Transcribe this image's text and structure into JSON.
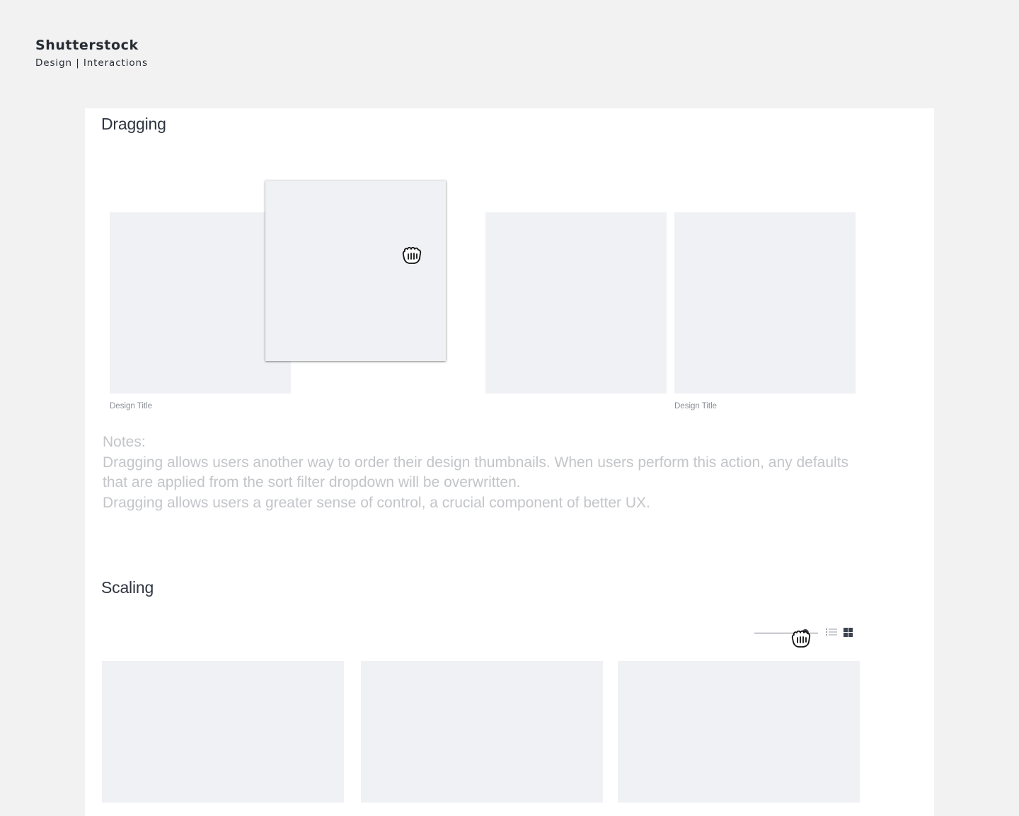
{
  "header": {
    "brand": "Shutterstock",
    "subtitle": "Design | Interactions"
  },
  "dragging": {
    "title": "Dragging",
    "thumb_titles": [
      "Design Title",
      "Design Title"
    ],
    "notes": {
      "heading": "Notes:",
      "lines": [
        "Dragging allows users another way to order their design thumbnails.  When users perform this action, any defaults that are applied from the sort filter dropdown will be overwritten.",
        "Dragging allows users a greater sense of control, a crucial component of better UX."
      ]
    }
  },
  "scaling": {
    "title": "Scaling",
    "toolbar": {
      "list_view_icon": "list-view-icon",
      "grid_view_icon": "grid-view-icon",
      "cursor_icon": "grab-hand-icon"
    }
  },
  "colors": {
    "page_bg": "#f2f2f2",
    "card_bg": "#ffffff",
    "thumb_bg": "#f0f1f4",
    "notes_text": "#c3c5c9",
    "brand_text": "#262b33"
  }
}
